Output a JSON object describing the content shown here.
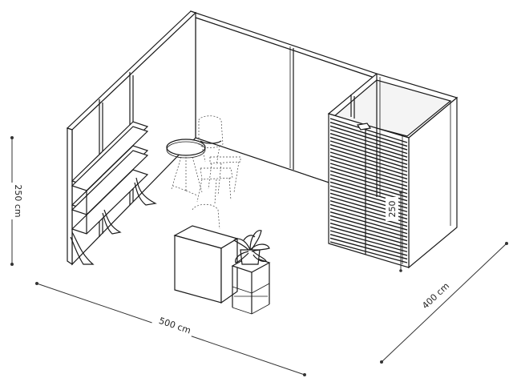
{
  "dimensions": {
    "height_label": "250 cm",
    "width_label": "500 cm",
    "depth_label": "400 cm",
    "booth_height_label": "250"
  },
  "colors": {
    "line": "#1a1a1a",
    "background": "#ffffff"
  }
}
